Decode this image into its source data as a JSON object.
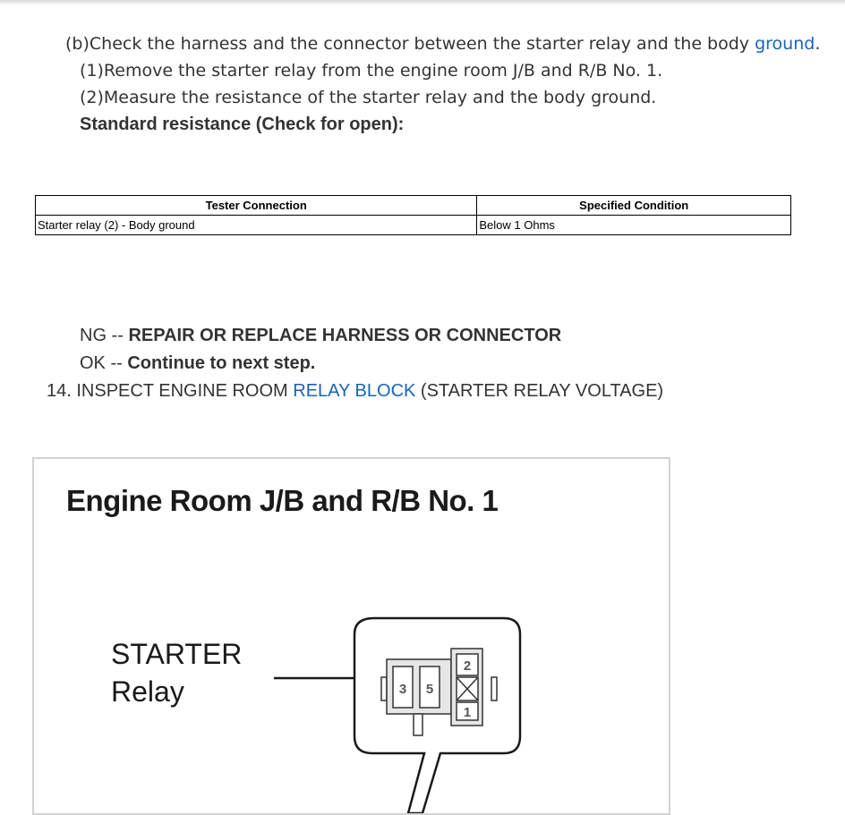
{
  "step_b": {
    "prefix": "(b)Check the harness and the connector between the starter relay and the body ",
    "link": "ground",
    "suffix": "."
  },
  "step_1": "(1)Remove the starter relay from the engine room J/B and R/B No. 1.",
  "step_2": "(2)Measure the resistance of the starter relay and the body ground.",
  "standard_label": "Standard resistance (Check for open):",
  "table": {
    "headers": [
      "Tester Connection",
      "Specified Condition"
    ],
    "rows": [
      [
        "Starter relay (2) - Body ground",
        "Below 1 Ohms"
      ]
    ]
  },
  "ng": {
    "prefix": "NG -- ",
    "action": "REPAIR OR REPLACE HARNESS OR CONNECTOR"
  },
  "ok": {
    "prefix": "OK -- ",
    "action": "Continue to next step."
  },
  "step_14": {
    "prefix": "14. INSPECT ENGINE ROOM ",
    "link": "RELAY BLOCK",
    "suffix": " (STARTER RELAY VOLTAGE)"
  },
  "figure": {
    "title": "Engine Room J/B and R/B No. 1",
    "label_line1": "STARTER",
    "label_line2": "Relay",
    "pins": [
      "3",
      "5",
      "2",
      "1"
    ]
  }
}
